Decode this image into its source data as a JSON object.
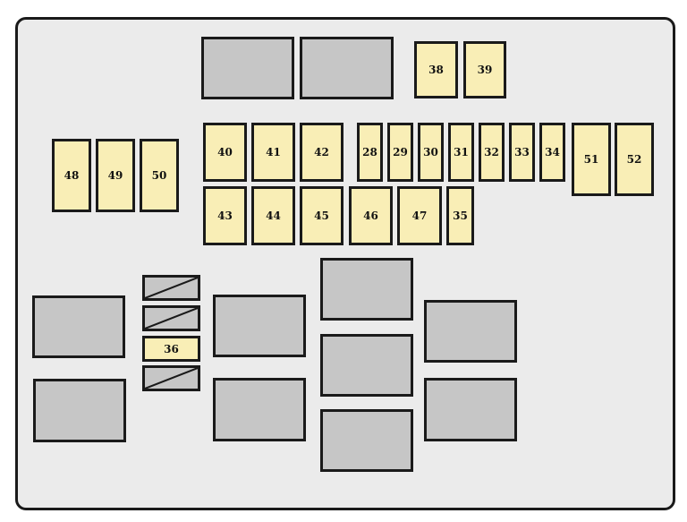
{
  "diagram": {
    "fuses": [
      {
        "id": "38",
        "label": "38"
      },
      {
        "id": "39",
        "label": "39"
      },
      {
        "id": "48",
        "label": "48"
      },
      {
        "id": "49",
        "label": "49"
      },
      {
        "id": "50",
        "label": "50"
      },
      {
        "id": "40",
        "label": "40"
      },
      {
        "id": "41",
        "label": "41"
      },
      {
        "id": "42",
        "label": "42"
      },
      {
        "id": "28",
        "label": "28"
      },
      {
        "id": "29",
        "label": "29"
      },
      {
        "id": "30",
        "label": "30"
      },
      {
        "id": "31",
        "label": "31"
      },
      {
        "id": "32",
        "label": "32"
      },
      {
        "id": "33",
        "label": "33"
      },
      {
        "id": "34",
        "label": "34"
      },
      {
        "id": "51",
        "label": "51"
      },
      {
        "id": "52",
        "label": "52"
      },
      {
        "id": "43",
        "label": "43"
      },
      {
        "id": "44",
        "label": "44"
      },
      {
        "id": "45",
        "label": "45"
      },
      {
        "id": "46",
        "label": "46"
      },
      {
        "id": "47",
        "label": "47"
      },
      {
        "id": "35",
        "label": "35"
      },
      {
        "id": "36",
        "label": "36"
      }
    ],
    "colors": {
      "fuse_fill": "#f9eeb6",
      "relay_fill": "#c6c6c6",
      "panel_fill": "#ebebeb",
      "outline": "#1a1a1a"
    }
  }
}
